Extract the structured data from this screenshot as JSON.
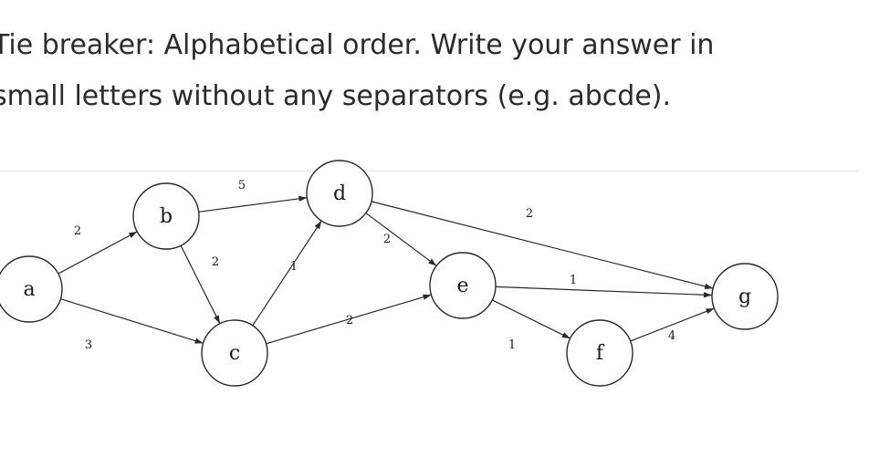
{
  "instructions": {
    "line1": "Tie breaker: Alphabetical order. Write your answer in",
    "line2": "small letters without any separators (e.g. abcde)."
  },
  "graph": {
    "nodes": [
      {
        "id": "a",
        "label": "a"
      },
      {
        "id": "b",
        "label": "b"
      },
      {
        "id": "c",
        "label": "c"
      },
      {
        "id": "d",
        "label": "d"
      },
      {
        "id": "e",
        "label": "e"
      },
      {
        "id": "f",
        "label": "f"
      },
      {
        "id": "g",
        "label": "g"
      }
    ],
    "edges": [
      {
        "from": "a",
        "to": "b",
        "weight": "2"
      },
      {
        "from": "a",
        "to": "c",
        "weight": "3"
      },
      {
        "from": "b",
        "to": "d",
        "weight": "5"
      },
      {
        "from": "b",
        "to": "c",
        "weight": "2"
      },
      {
        "from": "c",
        "to": "d",
        "weight": "1"
      },
      {
        "from": "c",
        "to": "e",
        "weight": "2"
      },
      {
        "from": "d",
        "to": "e",
        "weight": "2"
      },
      {
        "from": "d",
        "to": "g",
        "weight": "2"
      },
      {
        "from": "e",
        "to": "g",
        "weight": "1"
      },
      {
        "from": "e",
        "to": "f",
        "weight": "1"
      },
      {
        "from": "f",
        "to": "g",
        "weight": "4"
      }
    ]
  }
}
